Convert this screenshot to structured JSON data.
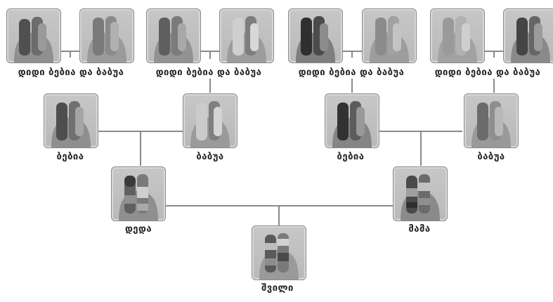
{
  "labels": {
    "great_pair_1": "დიდი ბებია და ბაბუა",
    "great_pair_2": "დიდი ბებია და ბაბუა",
    "great_pair_3": "დიდი ბებია და ბაბუა",
    "great_pair_4": "დიდი ბებია და ბაბუა",
    "grandmother_left": "ბებია",
    "grandfather_left": "ბაბუა",
    "grandmother_right": "ბებია",
    "grandfather_right": "ბაბუა",
    "mother": "დედა",
    "father": "მამა",
    "child": "შვილი"
  },
  "icons": {
    "chromosome": "chromosome-pair-icon"
  },
  "colors": {
    "tile_bg": "#bfbfbf",
    "connector": "#8a8a8a",
    "text": "#222222"
  }
}
